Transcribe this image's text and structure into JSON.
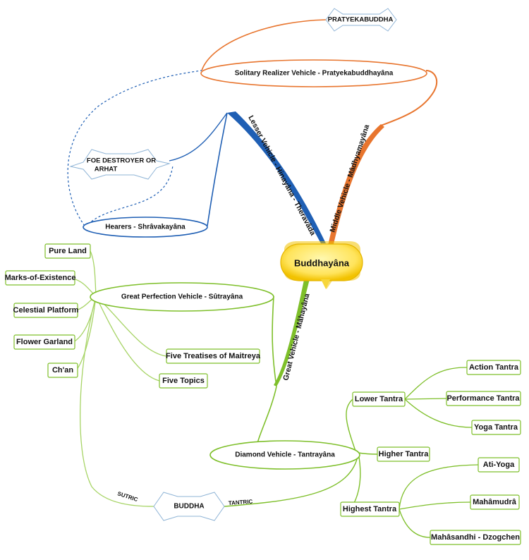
{
  "central": "Buddhayâna",
  "branches": {
    "lesser": "Lesser Vehicle - Hinayâna - Theravâda",
    "middle": "Middle Vehicle - Mâdhyamayâna",
    "great": "Great Vehicle - Mâhayâna"
  },
  "nodes": {
    "pratyekabuddha": "PRATYEKABUDDHA",
    "solitary": "Solitary Realizer Vehicle - Pratyekabuddhayâna",
    "foe_line1": "FOE DESTROYER OR",
    "foe_line2": "ARHAT",
    "hearers": "Hearers - Shrâvakayâna",
    "great_perfection": "Great Perfection Vehicle - Sûtrayâna",
    "pure_land": "Pure Land",
    "marks": "Marks-of-Existence",
    "celestial": "Celestial Platform",
    "flower": "Flower Garland",
    "chan": "Ch'an",
    "five_treatises": "Five Treatises of Maitreya",
    "five_topics": "Five Topics",
    "diamond": "Diamond Vehicle - Tantrayâna",
    "lower_tantra": "Lower Tantra",
    "higher_tantra": "Higher Tantra",
    "highest_tantra": "Highest Tantra",
    "action": "Action Tantra",
    "performance": "Performance Tantra",
    "yoga": "Yoga Tantra",
    "ati_yoga": "Ati-Yoga",
    "mahamudra": "Mahâmudrâ",
    "mahasandhi": "Mahâsandhi - Dzogchen",
    "buddha": "BUDDHA",
    "sutric": "SUTRIC",
    "tantric": "TANTRIC"
  },
  "colors": {
    "lesser": "#1f5fb4",
    "middle": "#e8752e",
    "great": "#7ebf2a",
    "central_fill": "#ffe066",
    "star_stroke": "#8fb4d6"
  }
}
